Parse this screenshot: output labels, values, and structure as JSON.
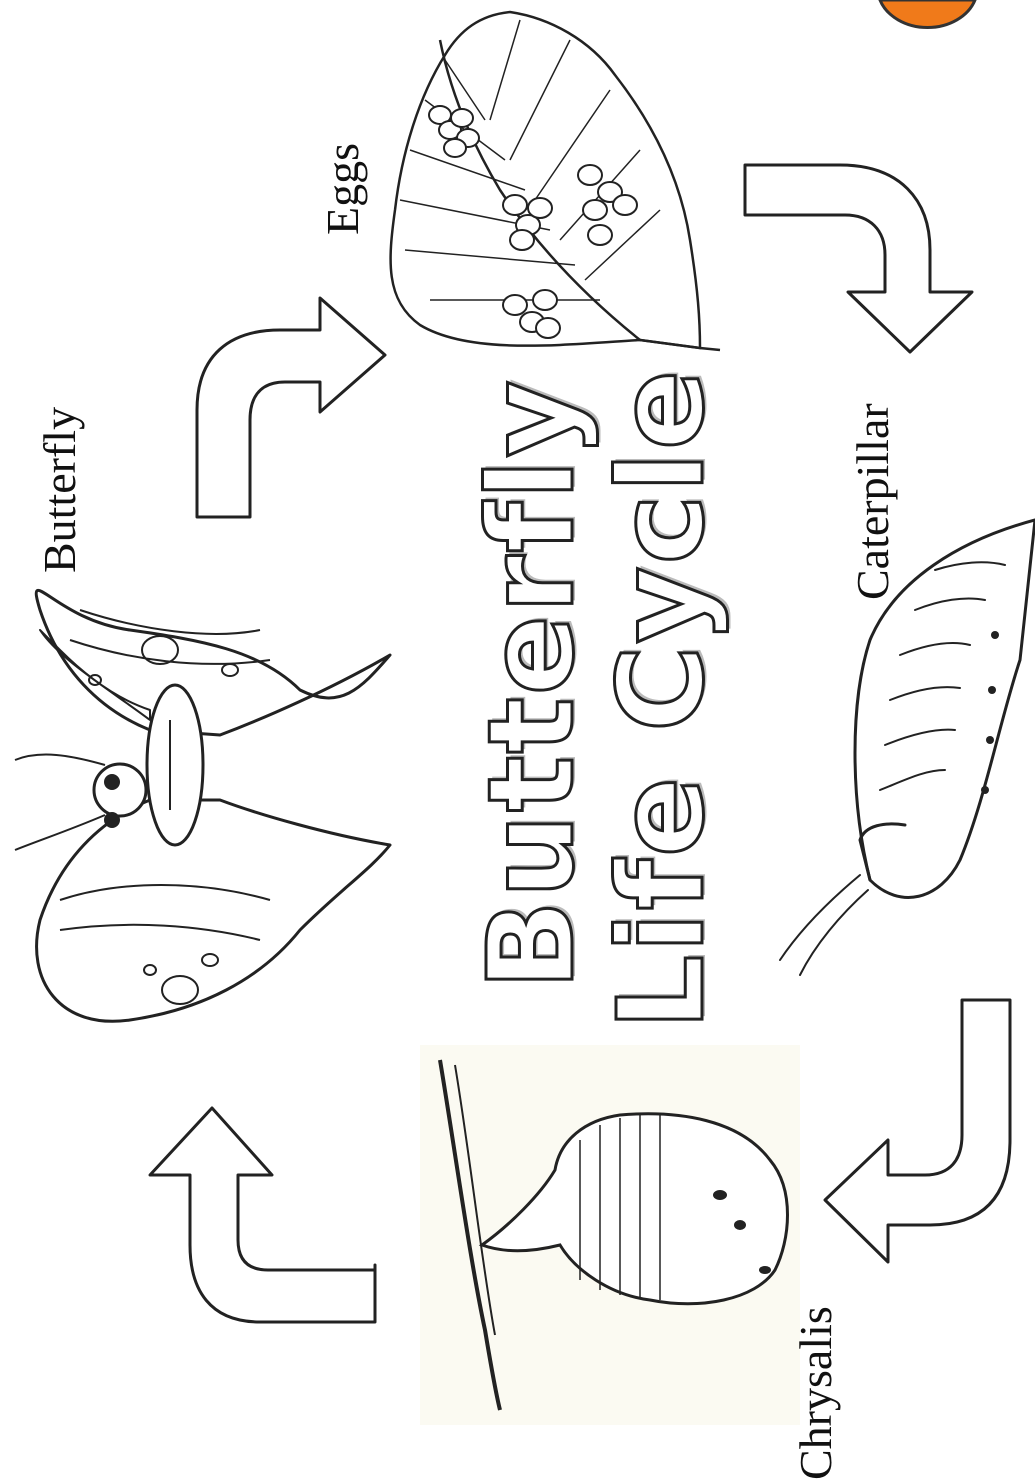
{
  "title": {
    "line1": "Butterfly",
    "line2": "Life Cycle"
  },
  "stages": {
    "eggs": "Eggs",
    "caterpillar": "Caterpillar",
    "chrysalis": "Chrysalis",
    "butterfly": "Butterfly"
  },
  "colors": {
    "ink": "#111111",
    "accent": "#f07a1a",
    "panel_shade": "#fbfaf2"
  }
}
